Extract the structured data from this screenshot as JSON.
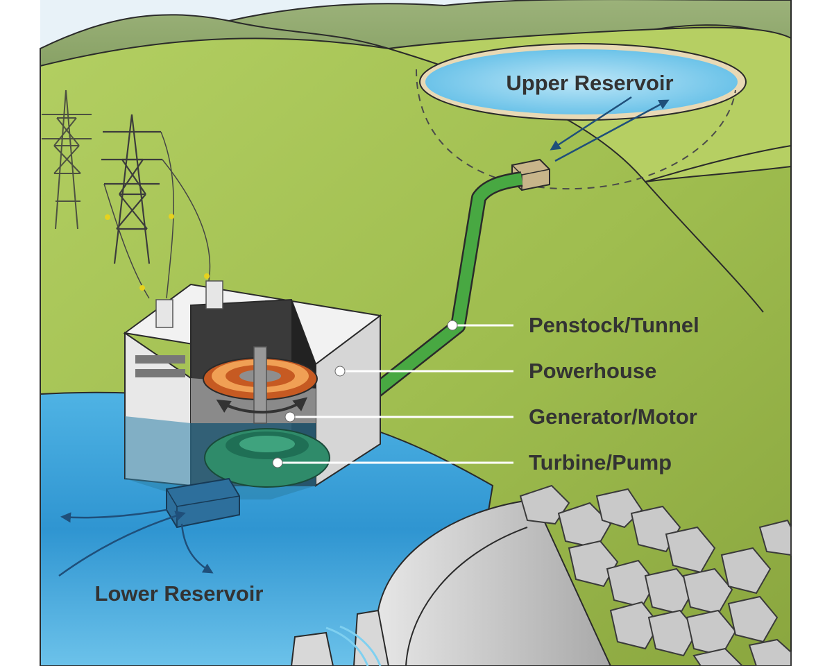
{
  "labels": {
    "upper_reservoir": "Upper Reservoir",
    "lower_reservoir": "Lower Reservoir",
    "callouts": [
      "Penstock/Tunnel",
      "Powerhouse",
      "Generator/Motor",
      "Turbine/Pump"
    ]
  },
  "colors": {
    "hill_light": "#a9c75a",
    "hill_mid": "#95b548",
    "hill_far": "#8fa86a",
    "sky": "#e6f1f8",
    "water_upper": "#6cc6ea",
    "water_lower": "#3aa3d9",
    "penstock": "#3f9b3a",
    "powerhouse": "#eeeeee",
    "generator": "#e2763a",
    "turbine": "#2f8b6a",
    "rock": "#c8c8c8",
    "dam": "#bdbdbd",
    "text": "#333333",
    "leader": "#ffffff"
  },
  "icons": [
    "transmission-tower-icon",
    "flow-arrow-icon",
    "rotation-arrow-icon",
    "intake-icon"
  ]
}
